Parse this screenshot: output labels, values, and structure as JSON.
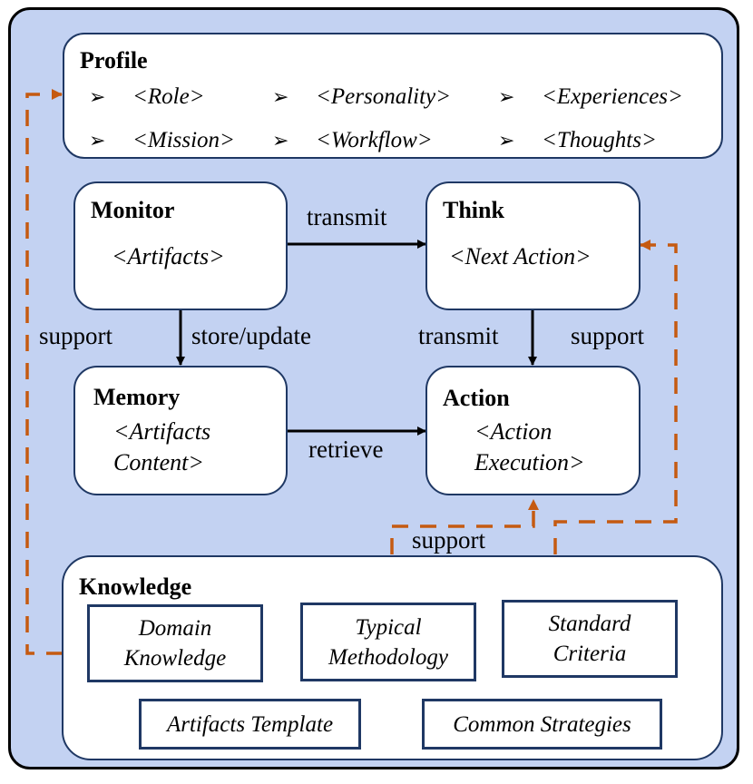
{
  "colors": {
    "background": "#c3d2f2",
    "box_border": "#1f3864",
    "support_line": "#c55a11",
    "flow_line": "#000000"
  },
  "profile": {
    "title": "Profile",
    "bullet_icon": "arrowhead-bullet",
    "items": [
      "<Role>",
      "<Personality>",
      "<Experiences>",
      "<Mission>",
      "<Workflow>",
      "<Thoughts>"
    ]
  },
  "monitor": {
    "title": "Monitor",
    "content": "<Artifacts>"
  },
  "think": {
    "title": "Think",
    "content": "<Next Action>"
  },
  "memory": {
    "title": "Memory",
    "content_line1": "<Artifacts",
    "content_line2": "Content>"
  },
  "action": {
    "title": "Action",
    "content_line1": "<Action",
    "content_line2": "Execution>"
  },
  "knowledge": {
    "title": "Knowledge",
    "items": [
      {
        "line1": "Domain",
        "line2": "Knowledge"
      },
      {
        "line1": "Typical",
        "line2": "Methodology"
      },
      {
        "line1": "Standard",
        "line2": "Criteria"
      },
      {
        "line1": "Artifacts Template",
        "line2": ""
      },
      {
        "line1": "Common Strategies",
        "line2": ""
      }
    ]
  },
  "edges": {
    "monitor_to_think": "transmit",
    "monitor_to_memory": "store/update",
    "think_to_action": "transmit",
    "memory_to_action": "retrieve",
    "knowledge_to_profile": "support",
    "knowledge_to_think": "support",
    "knowledge_to_action": "support"
  }
}
